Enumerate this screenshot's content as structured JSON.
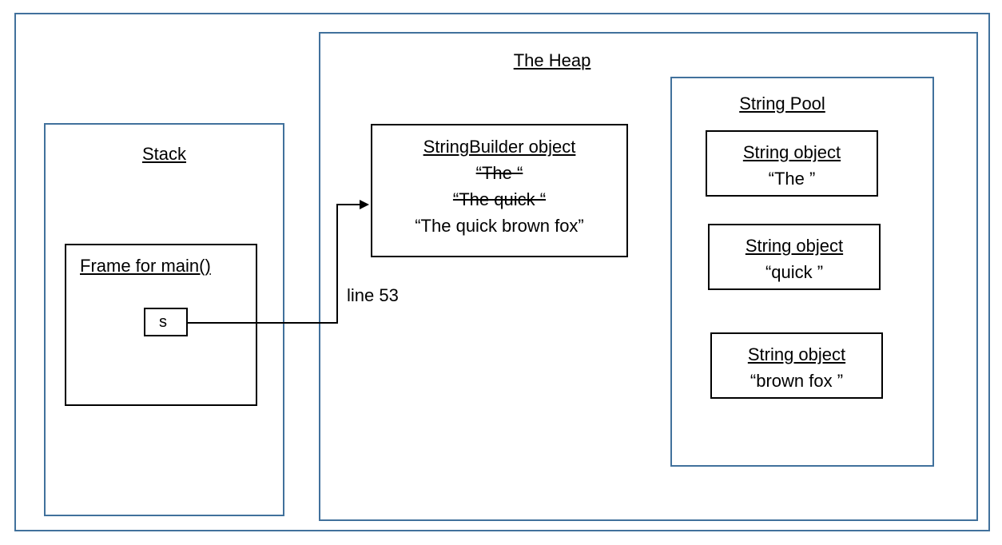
{
  "stack": {
    "title": "Stack",
    "frame": {
      "title": "Frame for main()",
      "variable": "s"
    }
  },
  "heap": {
    "title": "The Heap",
    "string_builder": {
      "title": "StringBuilder object",
      "old_values": [
        "“The “",
        "“The quick “"
      ],
      "current_value": "“The quick brown fox”"
    },
    "string_pool": {
      "title": "String Pool",
      "objects": [
        {
          "title": "String object",
          "value": "“The ”"
        },
        {
          "title": "String object",
          "value": "“quick ”"
        },
        {
          "title": "String object",
          "value": "“brown fox ”"
        }
      ]
    }
  },
  "reference_label": "line 53",
  "colors": {
    "container_border": "#41719c",
    "object_border": "#000000"
  }
}
